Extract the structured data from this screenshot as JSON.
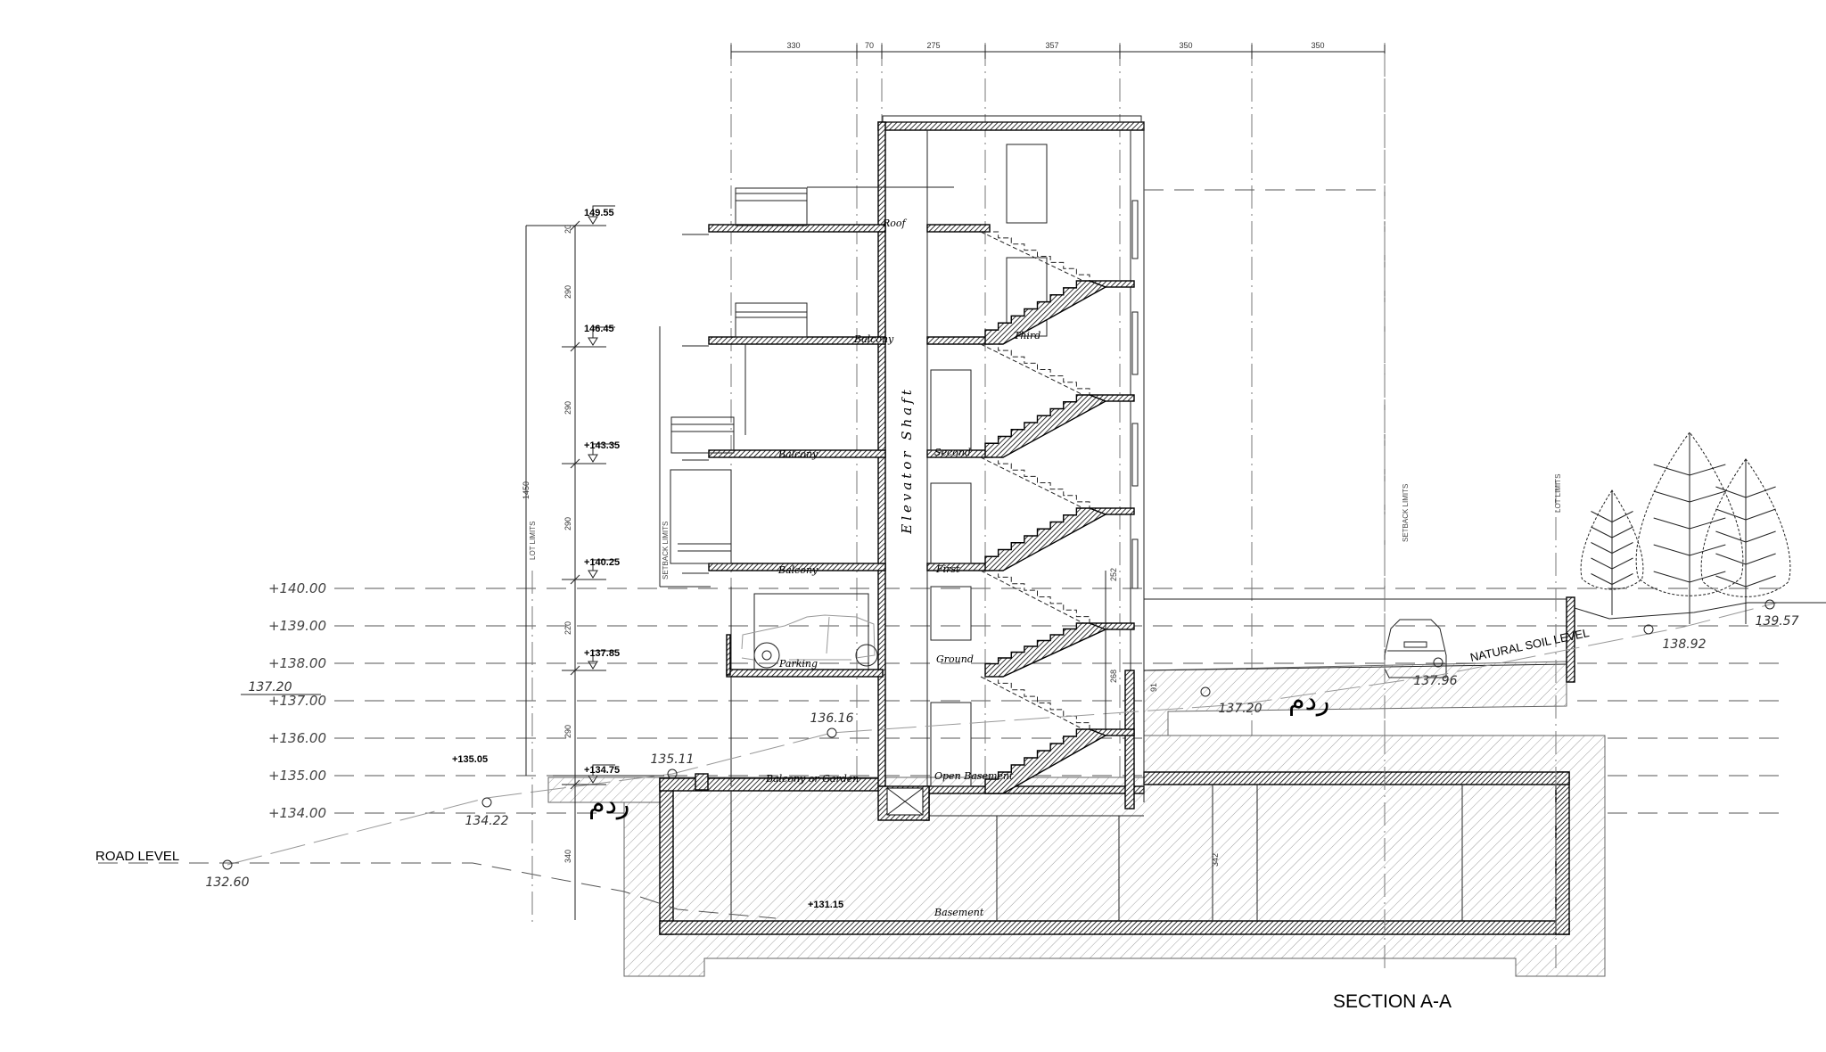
{
  "title": "SECTION A-A",
  "road_level_label": "ROAD LEVEL",
  "natural_soil_label": "NATURAL SOIL LEVEL",
  "fill_label": "ردم",
  "elevation_axis": [
    "+140.00",
    "+139.00",
    "+138.00",
    "+137.00",
    "+136.00",
    "+135.00",
    "+134.00"
  ],
  "level_markers": [
    "149.55",
    "146.45",
    "+143.35",
    "+140.25",
    "+137.85",
    "+135.05",
    "+134.75",
    "+131.15"
  ],
  "spot_elevations": {
    "road": "132.60",
    "p1": "134.22",
    "p2": "135.11",
    "p3": "136.16",
    "left_137": "137.20",
    "right_137": "137.20",
    "p4": "137.96",
    "p5": "138.92",
    "p6": "139.57"
  },
  "rooms": {
    "roof": "Roof",
    "balcony_3": "Balcony",
    "third": "Third",
    "elevator": "Elevator Shaft",
    "second": "Second",
    "balcony_2": "Balcony",
    "balcony_1": "Balcony",
    "first": "First",
    "parking": "Parking",
    "ground": "Ground",
    "balcony_garden": "Balcony or Garden",
    "open_basement": "Open Basement",
    "basement": "Basement"
  },
  "top_dimensions": [
    "330",
    "70",
    "275",
    "357",
    "350",
    "350"
  ],
  "vertical_dimensions": {
    "total": "1450",
    "floor": "290",
    "slab": "20",
    "ground": "220",
    "lower": "290",
    "basement": "340",
    "stair_upper": "252",
    "stair_lower": "268",
    "step": "91",
    "basement_right": "342"
  },
  "annotations": {
    "lot_limits": "LOT LIMITS",
    "setback_limits": "SETBACK LIMITS"
  }
}
